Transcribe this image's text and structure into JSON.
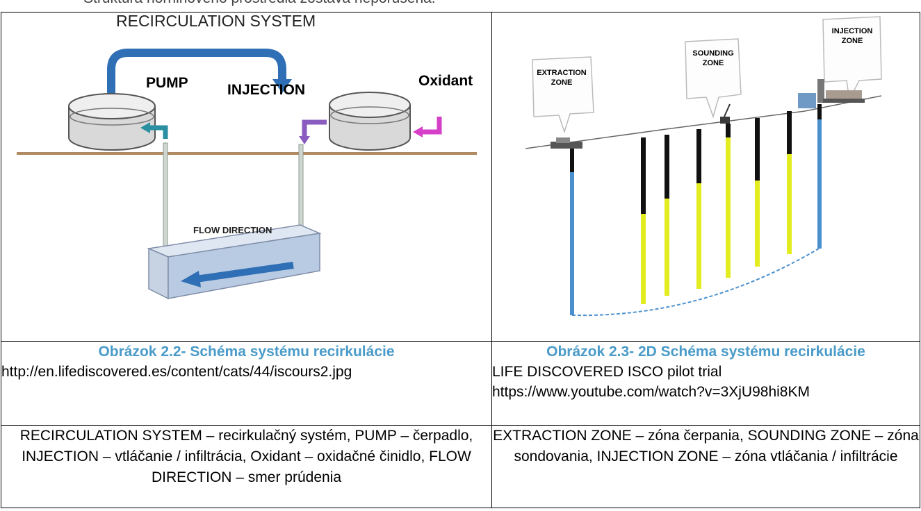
{
  "header": {
    "cut_text": "Štruktúra horninového prostredia zostáva neporušená."
  },
  "left_figure": {
    "title": "RECIRCULATION SYSTEM",
    "pump": "PUMP",
    "injection": "INJECTION",
    "oxidant": "Oxidant",
    "flow": "FLOW DIRECTION",
    "caption_title": "Obrázok 2.2- Schéma systému recirkulácie",
    "caption_src": "http://en.lifediscovered.es/content/cats/44/iscours2.jpg",
    "legend": "RECIRCULATION SYSTEM – recirkulačný systém, PUMP – čerpadlo, INJECTION – vtláčanie / infiltrácia, Oxidant – oxidačné činidlo, FLOW DIRECTION – smer prúdenia"
  },
  "right_figure": {
    "extraction_1": "EXTRACTION",
    "extraction_2": "ZONE",
    "sounding_1": "SOUNDING",
    "sounding_2": "ZONE",
    "injection_1": "INJECTION",
    "injection_2": "ZONE",
    "caption_title": "Obrázok 2.3- 2D Schéma systému recirkulácie",
    "caption_line1": "LIFE DISCOVERED ISCO pilot trial",
    "caption_src": "https://www.youtube.com/watch?v=3XjU98hi8KM",
    "legend": "EXTRACTION ZONE – zóna čerpania, SOUNDING ZONE – zóna sondovania, INJECTION ZONE – zóna vtláčania / infiltrácie"
  },
  "colors": {
    "caption": "#4a9bc9",
    "arrow_blue": "#2f6fb5",
    "pole_yellow": "#e3ec1e",
    "pole_blue": "#4a90cf",
    "ground": "#b08a62"
  }
}
